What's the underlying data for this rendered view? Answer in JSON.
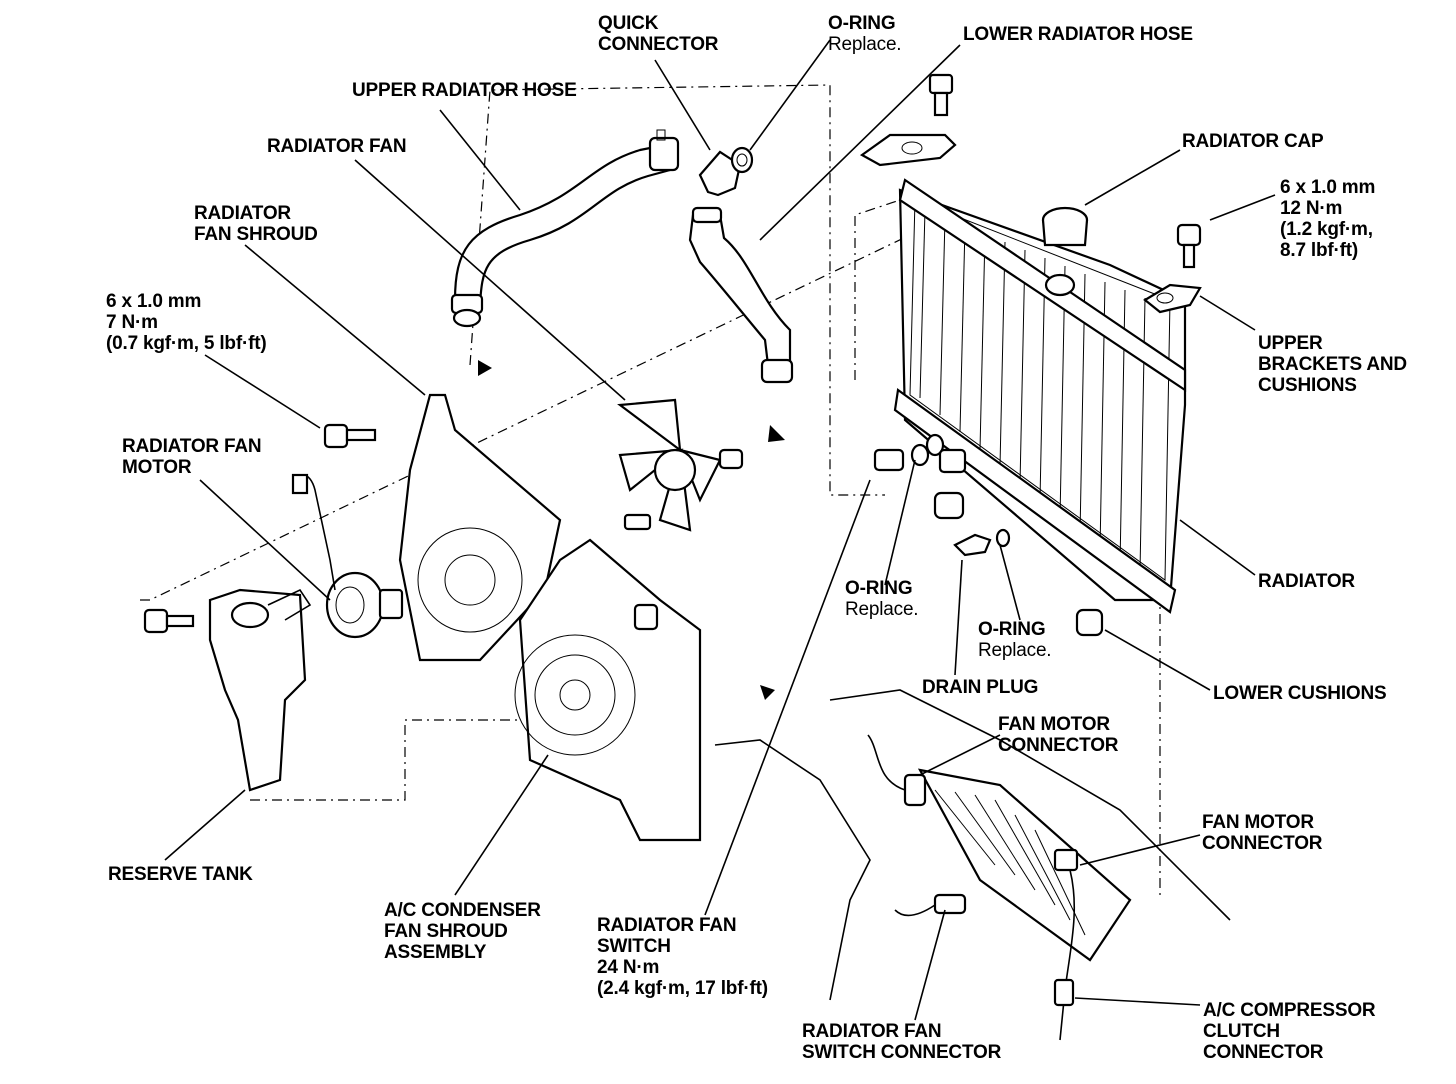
{
  "labels": {
    "quick_connector": [
      "QUICK",
      "CONNECTOR"
    ],
    "o_ring_top": [
      "O-RING",
      "Replace."
    ],
    "lower_radiator_hose": [
      "LOWER RADIATOR HOSE"
    ],
    "upper_radiator_hose": [
      "UPPER RADIATOR HOSE"
    ],
    "radiator_fan": [
      "RADIATOR FAN"
    ],
    "radiator_cap": [
      "RADIATOR CAP"
    ],
    "bolt_spec_right": [
      "6 x 1.0 mm",
      "12 N·m",
      "(1.2 kgf·m,",
      "8.7 lbf·ft)"
    ],
    "radiator_fan_shroud": [
      "RADIATOR",
      "FAN SHROUD"
    ],
    "bolt_spec_left": [
      "6 x 1.0 mm",
      "7 N·m",
      "(0.7 kgf·m, 5 lbf·ft)"
    ],
    "upper_brackets": [
      "UPPER",
      "BRACKETS AND",
      "CUSHIONS"
    ],
    "radiator_fan_motor": [
      "RADIATOR FAN",
      "MOTOR"
    ],
    "o_ring_mid": [
      "O-RING",
      "Replace."
    ],
    "radiator": [
      "RADIATOR"
    ],
    "o_ring_low": [
      "O-RING",
      "Replace."
    ],
    "drain_plug": [
      "DRAIN PLUG"
    ],
    "lower_cushions": [
      "LOWER CUSHIONS"
    ],
    "fan_motor_connector_1": [
      "FAN MOTOR",
      "CONNECTOR"
    ],
    "fan_motor_connector_2": [
      "FAN MOTOR",
      "CONNECTOR"
    ],
    "reserve_tank": [
      "RESERVE TANK"
    ],
    "ac_condenser": [
      "A/C CONDENSER",
      "FAN SHROUD",
      "ASSEMBLY"
    ],
    "radiator_fan_switch": [
      "RADIATOR FAN",
      "SWITCH",
      "24 N·m",
      "(2.4 kgf·m, 17 lbf·ft)"
    ],
    "radiator_fan_switch_connector": [
      "RADIATOR FAN",
      "SWITCH CONNECTOR"
    ],
    "ac_compressor": [
      "A/C COMPRESSOR",
      "CLUTCH",
      "CONNECTOR"
    ]
  }
}
